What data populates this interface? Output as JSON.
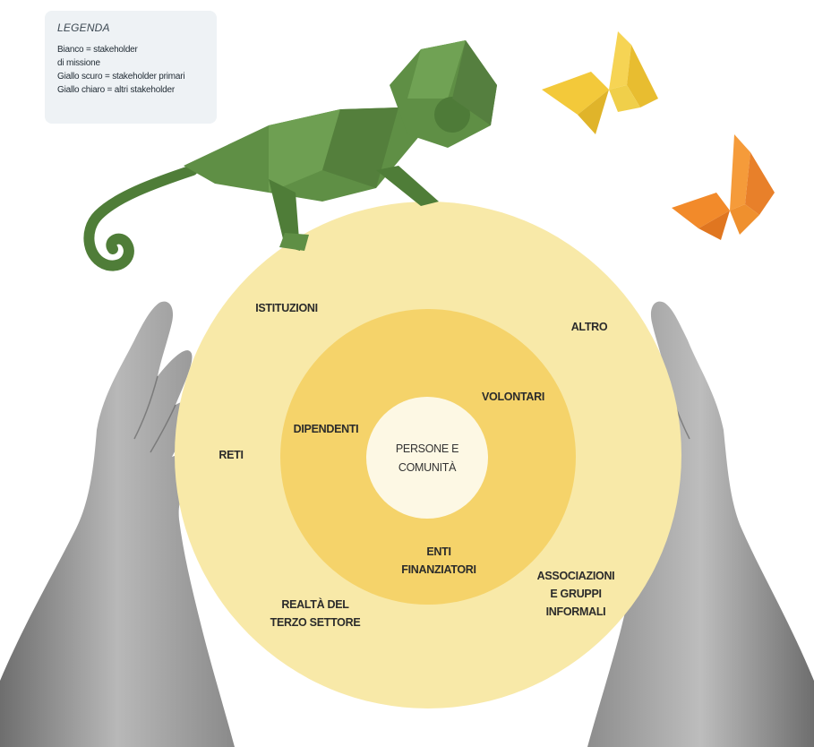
{
  "legend": {
    "title": "LEGENDA",
    "lines": [
      "Bianco = stakeholder",
      "di missione",
      "Giallo scuro = stakeholder primari",
      "Giallo chiaro = altri stakeholder"
    ]
  },
  "colors": {
    "outer_ring": "#f8e9a8",
    "middle_ring": "#f5d36a",
    "inner_circle": "#fdf8e4",
    "chameleon": "#5f8f45",
    "butterfly_yellow": "#f3c93a",
    "butterfly_orange": "#f28a2a",
    "hands": "#9a9a9a",
    "legend_bg": "#eef2f5"
  },
  "circle": {
    "center": [
      "PERSONE E",
      "COMUNITÀ"
    ],
    "primary": {
      "dipendenti": "DIPENDENTI",
      "volontari": "VOLONTARI",
      "enti": [
        "ENTI",
        "FINANZIATORI"
      ]
    },
    "other": {
      "istituzioni": "ISTITUZIONI",
      "altro": "ALTRO",
      "reti": "RETI",
      "realta": [
        "REALTÀ DEL",
        "TERZO SETTORE"
      ],
      "associazioni": [
        "ASSOCIAZIONI",
        "E GRUPPI",
        "INFORMALI"
      ]
    }
  },
  "decorations": [
    "chameleon-origami-icon",
    "butterfly-yellow-icon",
    "butterfly-orange-icon",
    "left-hand-icon",
    "right-hand-icon"
  ]
}
